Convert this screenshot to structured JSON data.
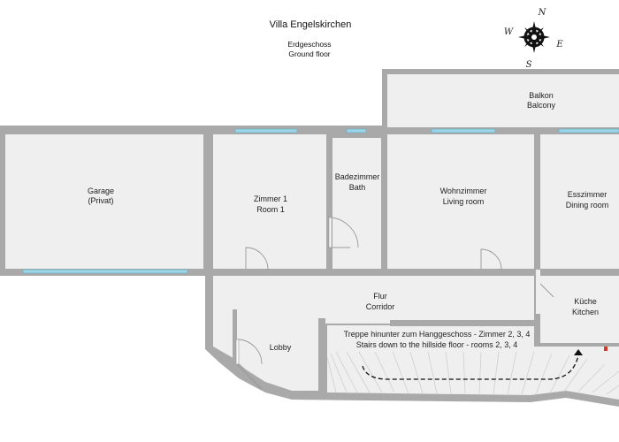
{
  "title": "Villa Engelskirchen",
  "floor_de": "Erdgeschoss",
  "floor_en": "Ground floor",
  "compass": {
    "n": "N",
    "e": "E",
    "s": "S",
    "w": "W"
  },
  "rooms": {
    "balcony": {
      "de": "Balkon",
      "en": "Balcony"
    },
    "garage": {
      "de": "Garage",
      "en": "(Privat)"
    },
    "room1": {
      "de": "Zimmer 1",
      "en": "Room 1"
    },
    "bath": {
      "de": "Badezimmer",
      "en": "Bath"
    },
    "living": {
      "de": "Wohnzimmer",
      "en": "Living room"
    },
    "dining": {
      "de": "Esszimmer",
      "en": "Dining room"
    },
    "corridor": {
      "de": "Flur",
      "en": "Corridor"
    },
    "kitchen": {
      "de": "Küche",
      "en": "Kitchen"
    },
    "lobby": {
      "de": "Lobby"
    }
  },
  "stairs": {
    "de": "Treppe hinunter zum Hanggeschoss - Zimmer 2, 3, 4",
    "en": "Stairs down to the hillside floor - rooms 2, 3, 4"
  },
  "colors": {
    "wall": "#a9a9a9",
    "floor": "#efefef",
    "window": "#9bd6e8",
    "door": "#bdbdbd",
    "stair_line": "#111111"
  }
}
